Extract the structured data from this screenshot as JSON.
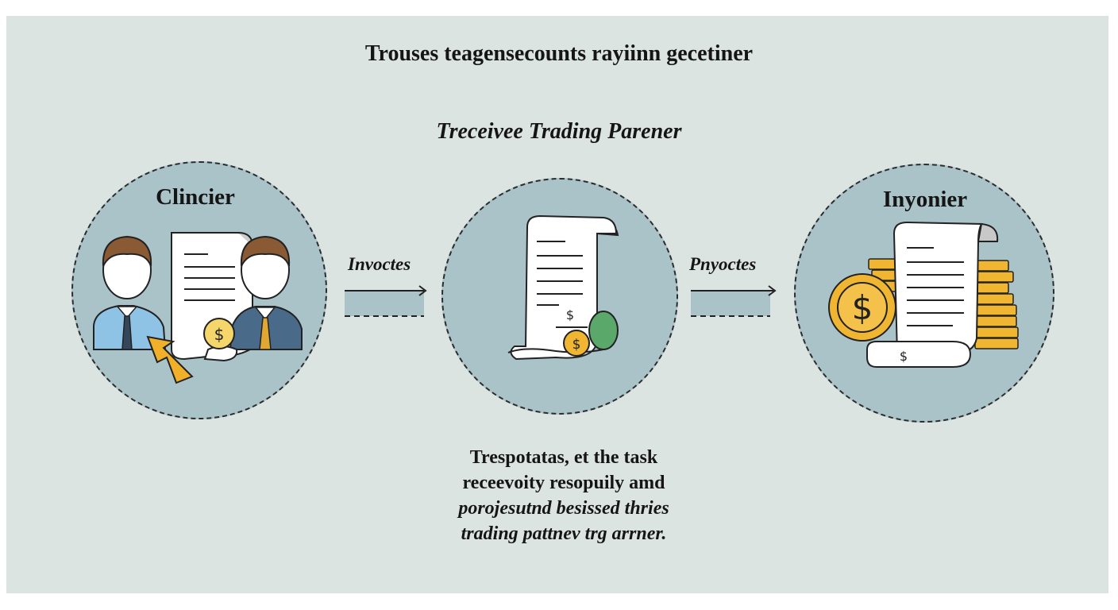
{
  "diagram": {
    "title": "Trouses teagensecounts  rayiinn gecetiner",
    "subtitle": "Treceivee Trading Parener",
    "nodes": [
      {
        "id": "left",
        "label": "Clincier"
      },
      {
        "id": "center",
        "label": ""
      },
      {
        "id": "right",
        "label": "Inyonier"
      }
    ],
    "edges": [
      {
        "from": "left",
        "to": "center",
        "label": "Invoctes"
      },
      {
        "from": "center",
        "to": "right",
        "label": "Pnyoctes"
      }
    ],
    "caption": [
      "Trespotatas, et the task",
      "receevoity resopuily amd",
      "porojesutnd besissed thries",
      "trading pattnev trg arrner."
    ],
    "icons": {
      "left": [
        "person-icon",
        "person-icon",
        "document-icon",
        "dollar-coin-icon",
        "arrow-icon"
      ],
      "center": [
        "receipt-icon",
        "dollar-coin-icon",
        "green-coin-icon"
      ],
      "right": [
        "dollar-coin-icon",
        "coin-stack-icon",
        "document-icon"
      ]
    },
    "colors": {
      "panel": "#dce4e2",
      "circle": "#a9c3c9",
      "coin": "#f0b632",
      "arrow": "#f0b02a",
      "shirt_left": "#8fc3e6",
      "shirt_right": "#4a6a8a",
      "green_coin": "#5aa86a"
    }
  }
}
